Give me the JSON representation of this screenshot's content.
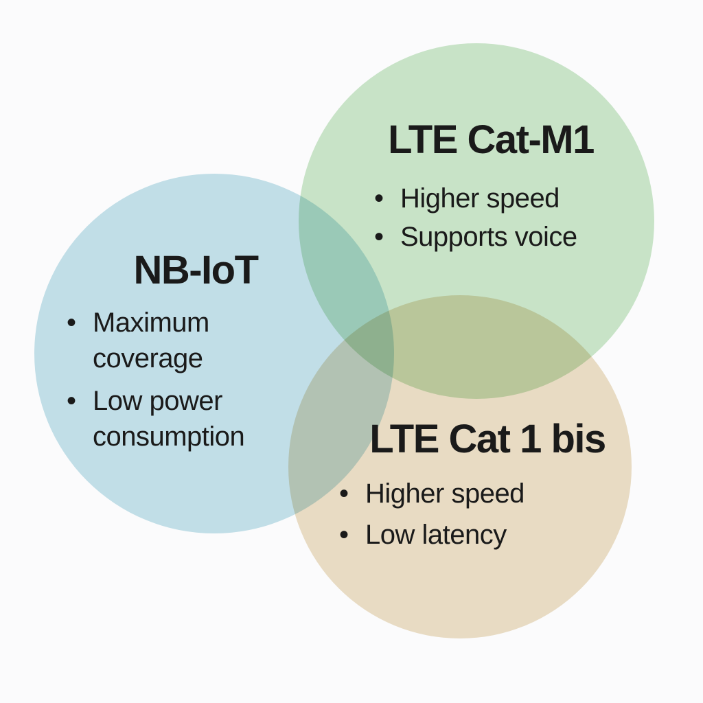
{
  "background_color": "#fbfbfc",
  "text_color": "#1a1a1a",
  "bullet_glyph": "•",
  "diagram": {
    "type": "venn-diagram",
    "sets": [
      {
        "id": "nb-iot",
        "title": "NB-IoT",
        "fill_color": "#c4e2ea",
        "bullets": [
          "Maximum coverage",
          "Low power consumption"
        ]
      },
      {
        "id": "lte-cat-m1",
        "title": "LTE Cat-M1",
        "fill_color": "#cbe7ca",
        "bullets": [
          "Higher speed",
          "Supports voice"
        ]
      },
      {
        "id": "lte-cat-1-bis",
        "title": "LTE Cat 1 bis",
        "fill_color": "#ecdfc6",
        "bullets": [
          "Higher speed",
          "Low latency"
        ]
      }
    ],
    "overlap_colors": {
      "nb_iot_and_cat_m1": "#a9d7cb",
      "cat_m1_and_cat_1_bis": "#b7d4a0",
      "nb_iot_and_cat_1_bis": "#b7d7c7"
    }
  }
}
